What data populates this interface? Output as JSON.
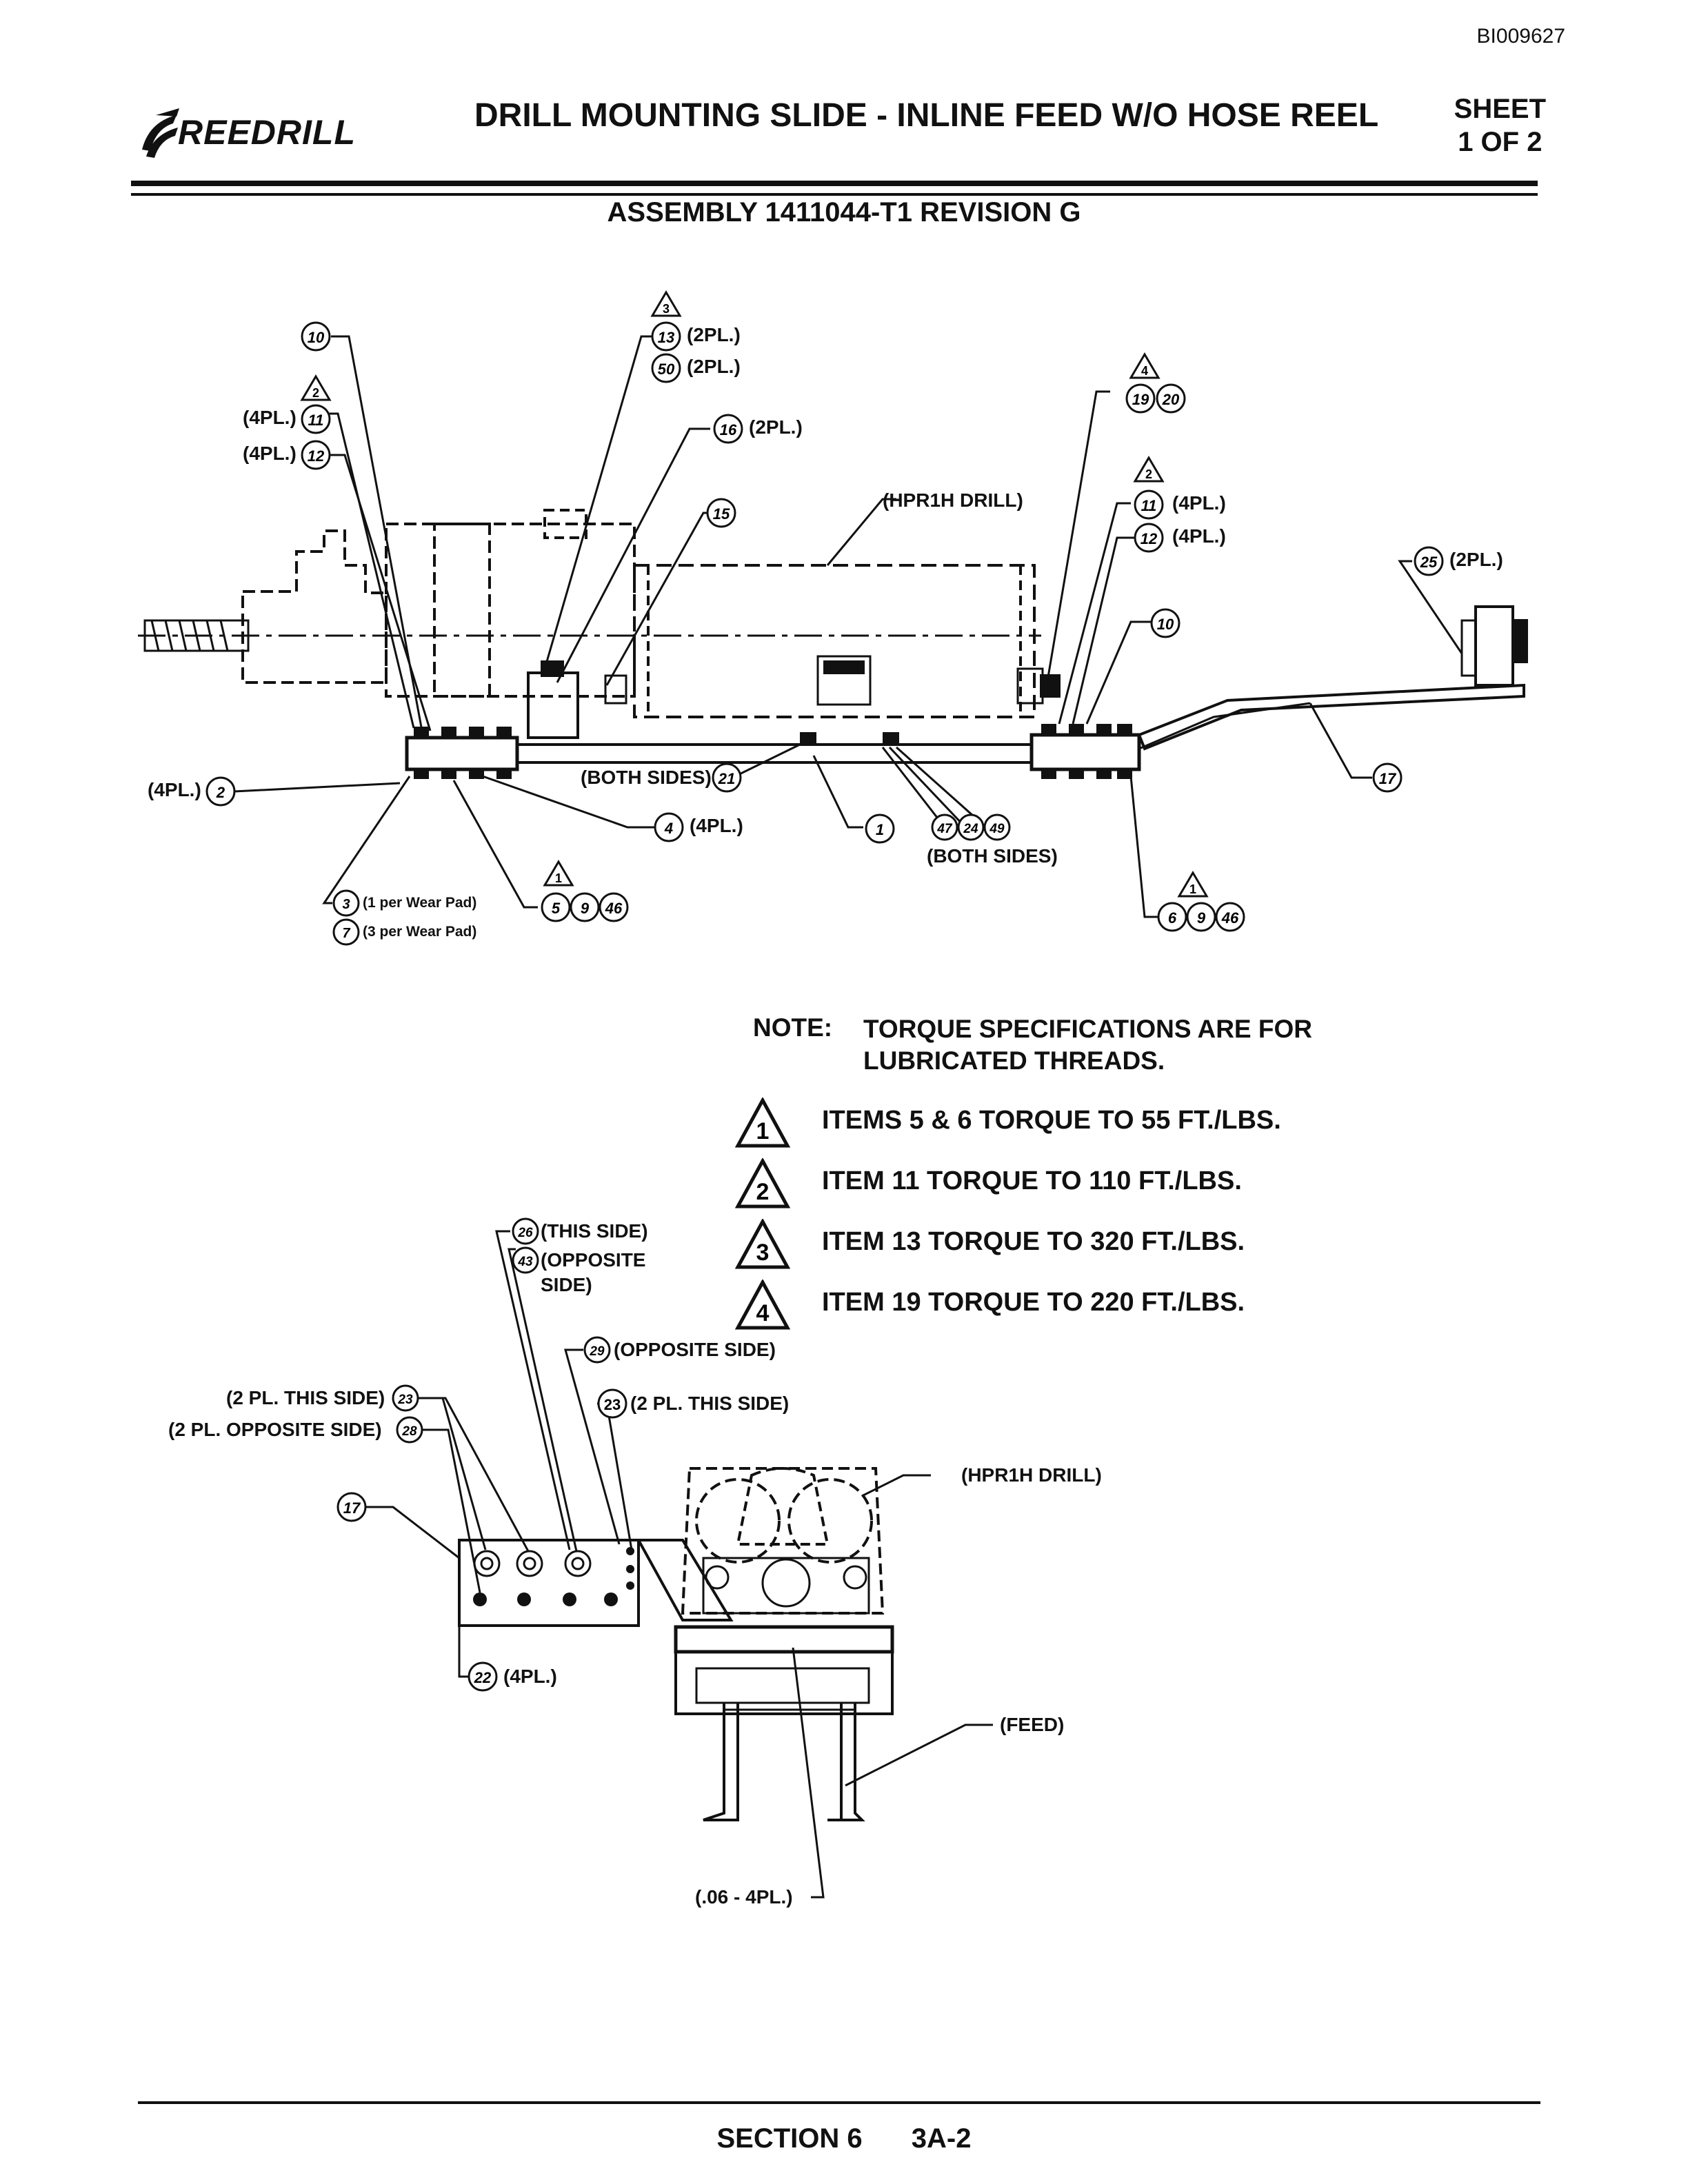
{
  "document_id": "BI009627",
  "logo_text": "REEDRILL",
  "title": "DRILL MOUNTING SLIDE - INLINE FEED W/O HOSE REEL",
  "sheet": {
    "line1": "SHEET",
    "line2": "1 OF 2"
  },
  "assembly": "ASSEMBLY 1411044-T1 REVISION G",
  "upper_view": {
    "callouts": [
      {
        "id": "10-top",
        "number": "10"
      },
      {
        "id": "13",
        "number": "13",
        "note": "(2PL.)",
        "warning": "3"
      },
      {
        "id": "50",
        "number": "50",
        "note": "(2PL.)"
      },
      {
        "id": "11-left",
        "number": "11",
        "note": "(4PL.)",
        "warning": "2"
      },
      {
        "id": "12-left",
        "number": "12",
        "note": "(4PL.)"
      },
      {
        "id": "16",
        "number": "16",
        "note": "(2PL.)"
      },
      {
        "id": "15",
        "number": "15"
      },
      {
        "id": "19",
        "number": "19",
        "warning": "4"
      },
      {
        "id": "20",
        "number": "20"
      },
      {
        "id": "11-right",
        "number": "11",
        "note": "(4PL.)",
        "warning": "2"
      },
      {
        "id": "12-right",
        "number": "12",
        "note": "(4PL.)"
      },
      {
        "id": "25",
        "number": "25",
        "note": "(2PL.)"
      },
      {
        "id": "10-right",
        "number": "10"
      },
      {
        "id": "2",
        "number": "2",
        "note": "(4PL.)"
      },
      {
        "id": "21",
        "number": "21",
        "note": "(BOTH SIDES)"
      },
      {
        "id": "4",
        "number": "4",
        "note": "(4PL.)"
      },
      {
        "id": "1",
        "number": "1"
      },
      {
        "id": "47",
        "number": "47"
      },
      {
        "id": "24",
        "number": "24"
      },
      {
        "id": "49",
        "number": "49"
      },
      {
        "id": "17-upper",
        "number": "17"
      },
      {
        "id": "3",
        "number": "3",
        "note": "(1 per Wear Pad)"
      },
      {
        "id": "7",
        "number": "7",
        "note": "(3 per Wear Pad)"
      },
      {
        "id": "5",
        "number": "5",
        "warning": "1"
      },
      {
        "id": "9a",
        "number": "9"
      },
      {
        "id": "46a",
        "number": "46"
      },
      {
        "id": "6",
        "number": "6",
        "warning": "1"
      },
      {
        "id": "9b",
        "number": "9"
      },
      {
        "id": "46b",
        "number": "46"
      }
    ],
    "labels": {
      "drill": "(HPR1H DRILL)",
      "both_sides": "(BOTH SIDES)"
    }
  },
  "note": {
    "heading": "NOTE:",
    "text": "TORQUE SPECIFICATIONS ARE FOR LUBRICATED THREADS.",
    "torque_specs": [
      {
        "marker": "1",
        "text": "ITEMS 5 & 6 TORQUE TO 55 FT./LBS."
      },
      {
        "marker": "2",
        "text": "ITEM 11 TORQUE TO 110 FT./LBS."
      },
      {
        "marker": "3",
        "text": "ITEM 13 TORQUE TO  320 FT./LBS."
      },
      {
        "marker": "4",
        "text": "ITEM 19 TORQUE TO  220 FT./LBS."
      }
    ]
  },
  "lower_view": {
    "callouts": [
      {
        "id": "26",
        "number": "26",
        "note": "(THIS SIDE)"
      },
      {
        "id": "43",
        "number": "43",
        "note": "(OPPOSITE SIDE)"
      },
      {
        "id": "29",
        "number": "29",
        "note": "(OPPOSITE SIDE)"
      },
      {
        "id": "23-left",
        "number": "23",
        "note": "(2 PL. THIS SIDE)"
      },
      {
        "id": "28",
        "number": "28",
        "note": "(2 PL. OPPOSITE SIDE)"
      },
      {
        "id": "23-right",
        "number": "23",
        "note": "(2 PL. THIS SIDE)"
      },
      {
        "id": "17-lower",
        "number": "17"
      },
      {
        "id": "22",
        "number": "22",
        "note": "(4PL.)"
      }
    ],
    "labels": {
      "drill": "(HPR1H DRILL)",
      "feed": "(FEED)",
      "clearance": "(.06 - 4PL.)",
      "opposite_line1": "(OPPOSITE",
      "opposite_line2": "SIDE)"
    }
  },
  "footer": {
    "section": "SECTION 6",
    "page": "3A-2"
  }
}
